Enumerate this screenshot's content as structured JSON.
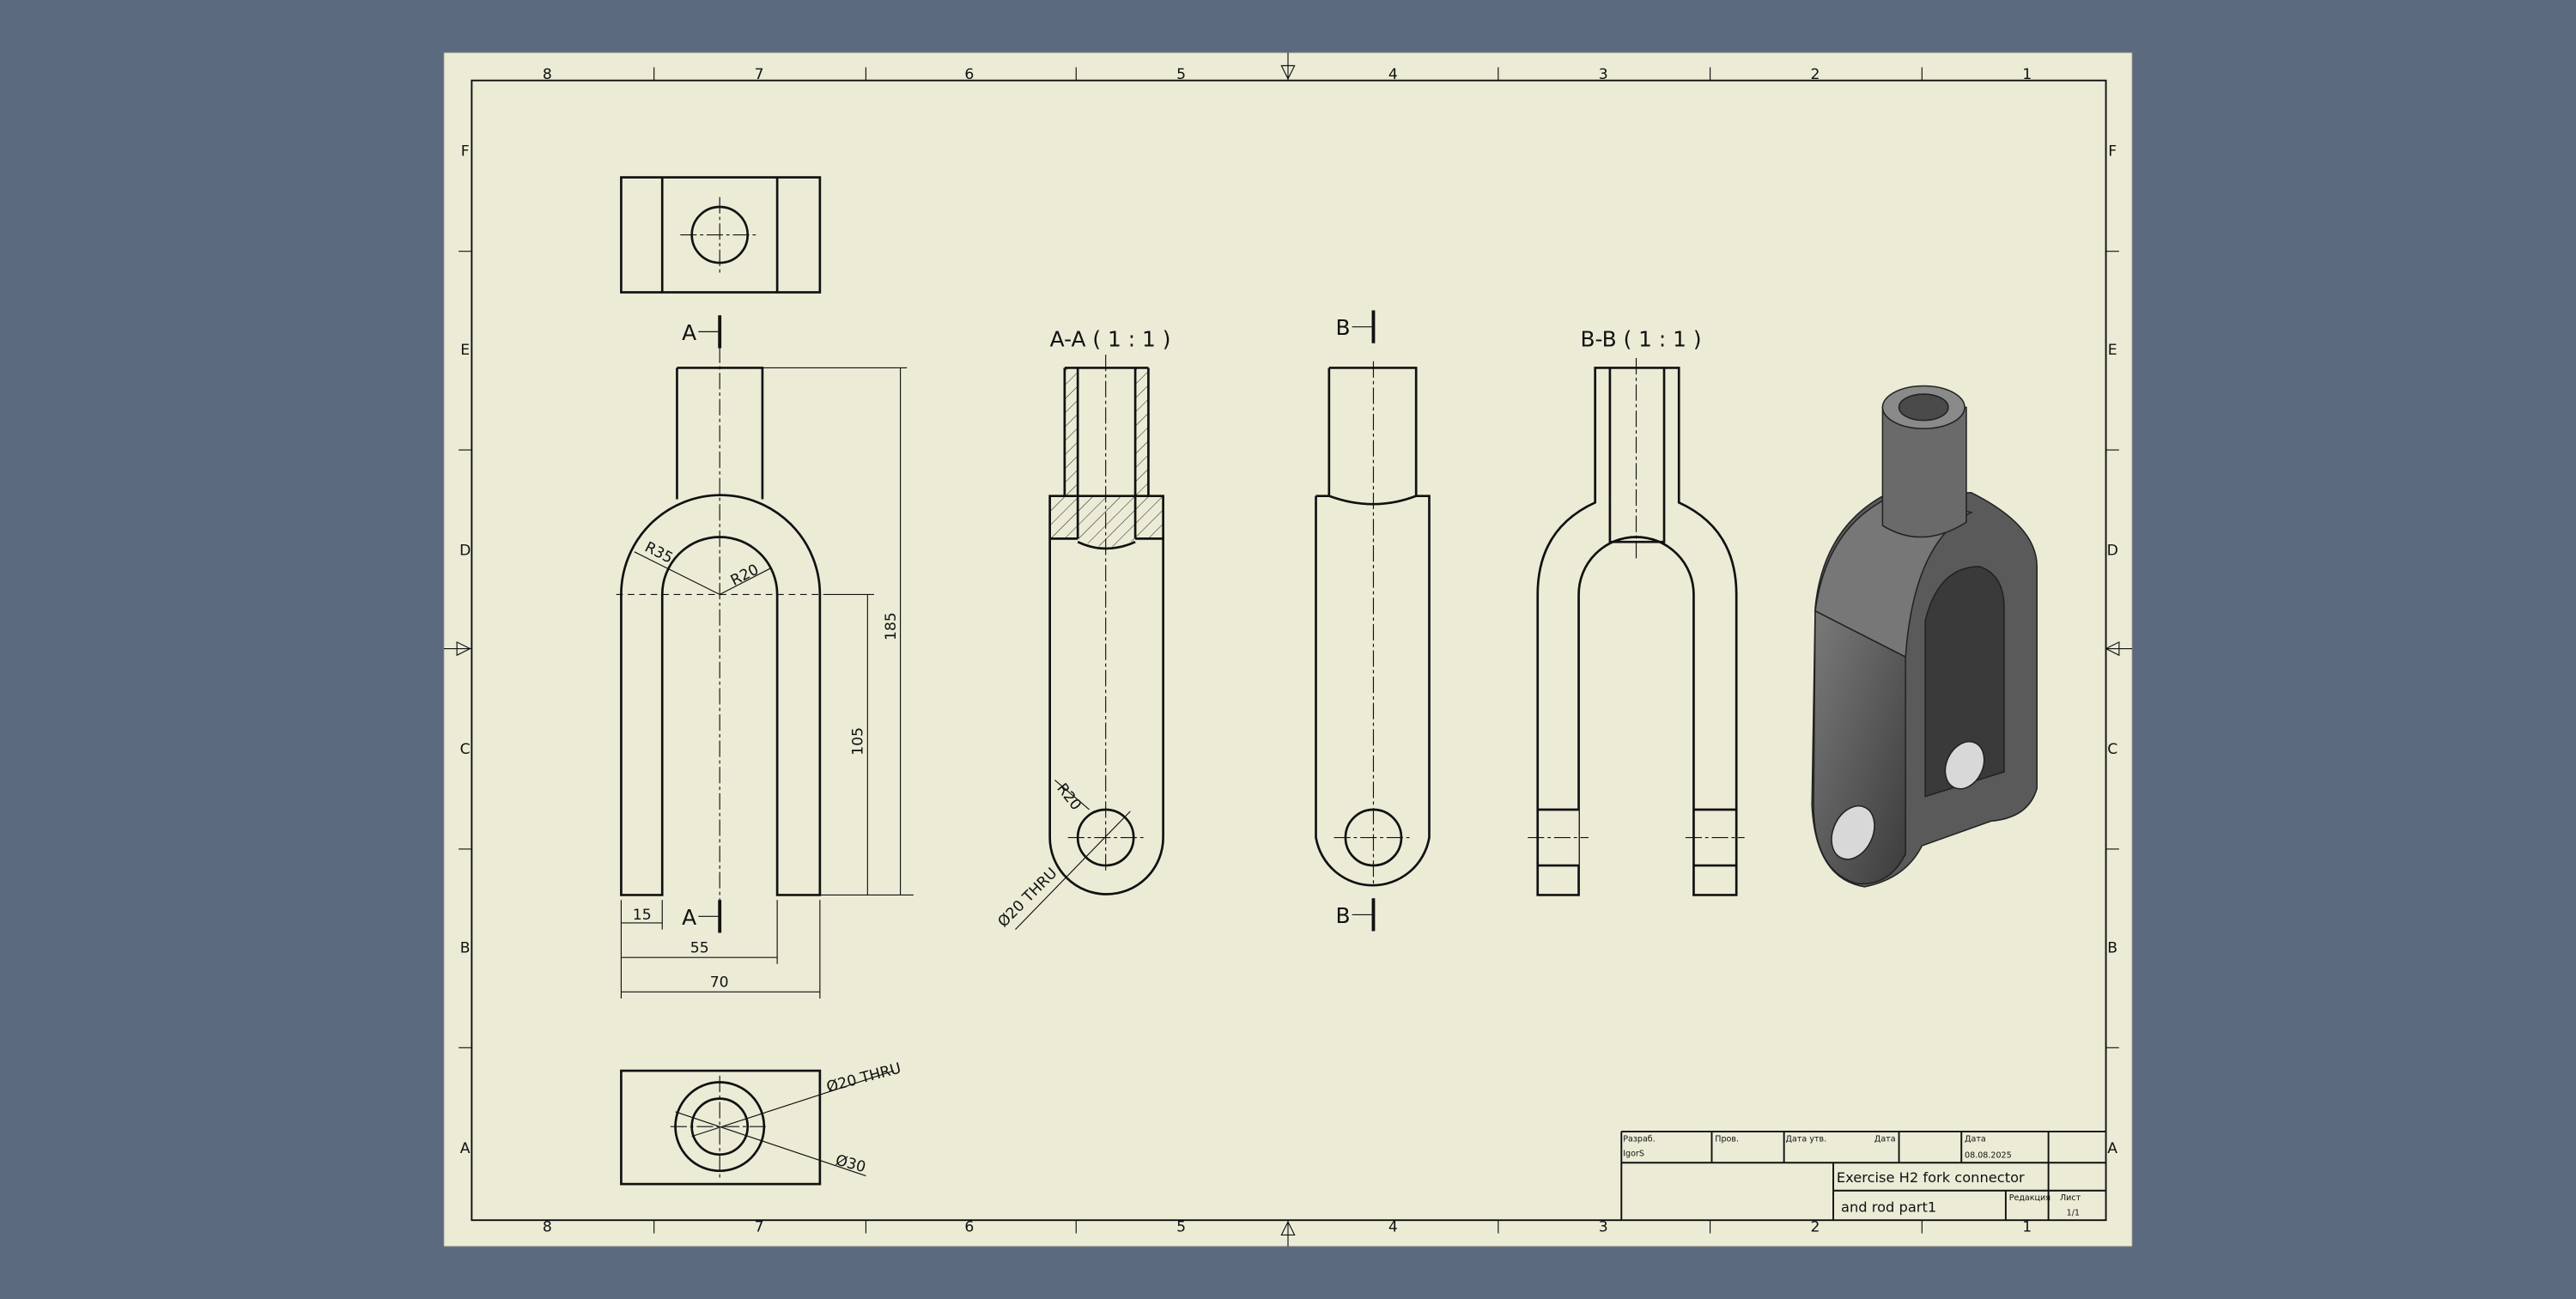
{
  "sheet": {
    "paper_color": "#ecebd6",
    "background_color": "#5b6a7e",
    "zones_columns": [
      "8",
      "7",
      "6",
      "5",
      "4",
      "3",
      "2",
      "1"
    ],
    "zones_rows": [
      "F",
      "E",
      "D",
      "C",
      "B",
      "A"
    ]
  },
  "views": {
    "front": {
      "section_marker_a": "A",
      "dims": {
        "r35": "R35",
        "r20": "R20",
        "d185": "185",
        "d105": "105",
        "d15": "15",
        "d55": "55",
        "d70": "70"
      }
    },
    "section_aa": {
      "label": "A-A ( 1 : 1 )",
      "r20": "R20",
      "hole": "Ø20 THRU"
    },
    "side": {
      "section_marker_b": "B"
    },
    "section_bb": {
      "label": "B-B ( 1 : 1 )"
    },
    "bottom": {
      "hole": "Ø20 THRU",
      "boss": "Ø30"
    }
  },
  "title_block": {
    "developer_label": "Разраб.",
    "developer": "IgorS",
    "checked_label": "Пров.",
    "approval_date_label": "Дата утв.",
    "date_label_1": "Дата",
    "date_label_2": "Дата",
    "date": "08.08.2025",
    "title": "Exercise H2 fork connector and rod part1",
    "revision_label": "Редакция",
    "sheet_label": "Лист",
    "sheet": "1/1"
  }
}
